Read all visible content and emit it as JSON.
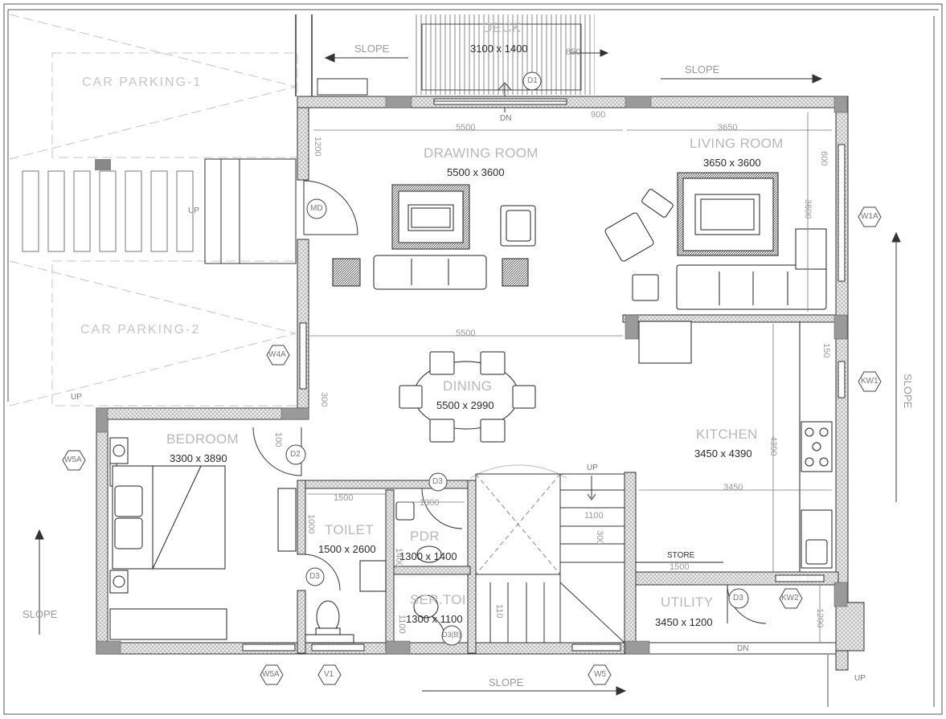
{
  "rooms": {
    "deck": {
      "name": "DECK",
      "size": "3100 x 1400"
    },
    "drawing": {
      "name": "DRAWING ROOM",
      "size": "5500 x 3600"
    },
    "living": {
      "name": "LIVING ROOM",
      "size": "3650 x 3600"
    },
    "dining": {
      "name": "DINING",
      "size": "5500 x 2990"
    },
    "kitchen": {
      "name": "KITCHEN",
      "size": "3450 x 4390"
    },
    "bedroom": {
      "name": "BEDROOM",
      "size": "3300 x 3890"
    },
    "toilet": {
      "name": "TOILET",
      "size": "1500 x 2600"
    },
    "pdr": {
      "name": "PDR",
      "size": "1300 x 1400"
    },
    "sertoi": {
      "name": "SER.TOI",
      "size": "1300 x 1100"
    },
    "utility": {
      "name": "UTILITY",
      "size": "3450 x 1200"
    },
    "store": {
      "name": "STORE"
    }
  },
  "parking": {
    "p1": "CAR PARKING-1",
    "p2": "CAR PARKING-2"
  },
  "slopes": {
    "label": "SLOPE"
  },
  "markers": {
    "up": "UP",
    "dn": "DN"
  },
  "measurements": {
    "m5500a": "5500",
    "m5500b": "5500",
    "m3650": "3650",
    "m3600": "3600",
    "m3450": "3450",
    "m4390": "4390",
    "m1200": "1200",
    "m1500": "1500",
    "m1300": "1300",
    "m1400": "1400",
    "m1100": "1100",
    "m300a": "300",
    "m300b": "300",
    "m150": "150",
    "m600": "600",
    "m900": "900",
    "m850": "850",
    "m1500s": "1500",
    "m1000": "1000",
    "m100": "100",
    "m110": "110",
    "m1100s": "1100"
  },
  "tags": {
    "md": "MD",
    "d2": "D2",
    "d3a": "D3",
    "d3b": "D3",
    "d3c": "D3",
    "d3ab": "D3(B)",
    "d1": "D1",
    "w4a": "W4A",
    "w1a": "W1A",
    "w5a": "W5A",
    "kw1": "KW1",
    "kw2": "KW2",
    "w5a2": "W5A",
    "v1": "V1",
    "w5": "W5"
  },
  "colors": {
    "line": "#3a3a3a",
    "wall_fill": "#e4e4e4",
    "light": "#bdbdbd",
    "column": "#9a9a9a"
  }
}
